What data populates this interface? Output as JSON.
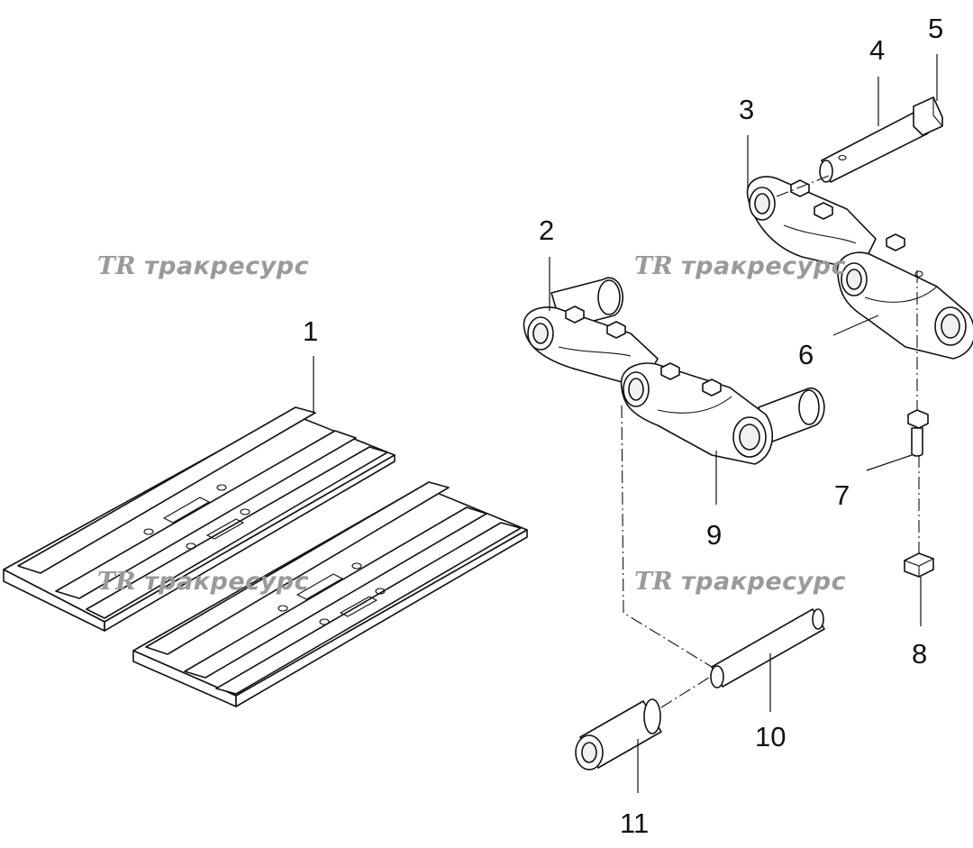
{
  "callouts": {
    "c1": "1",
    "c2": "2",
    "c3": "3",
    "c4": "4",
    "c5": "5",
    "c6": "6",
    "c7": "7",
    "c8": "8",
    "c9": "9",
    "c10": "10",
    "c11": "11"
  },
  "watermark": {
    "logo": "TR",
    "text": "тракресурс",
    "color": "#9a9a9a"
  }
}
